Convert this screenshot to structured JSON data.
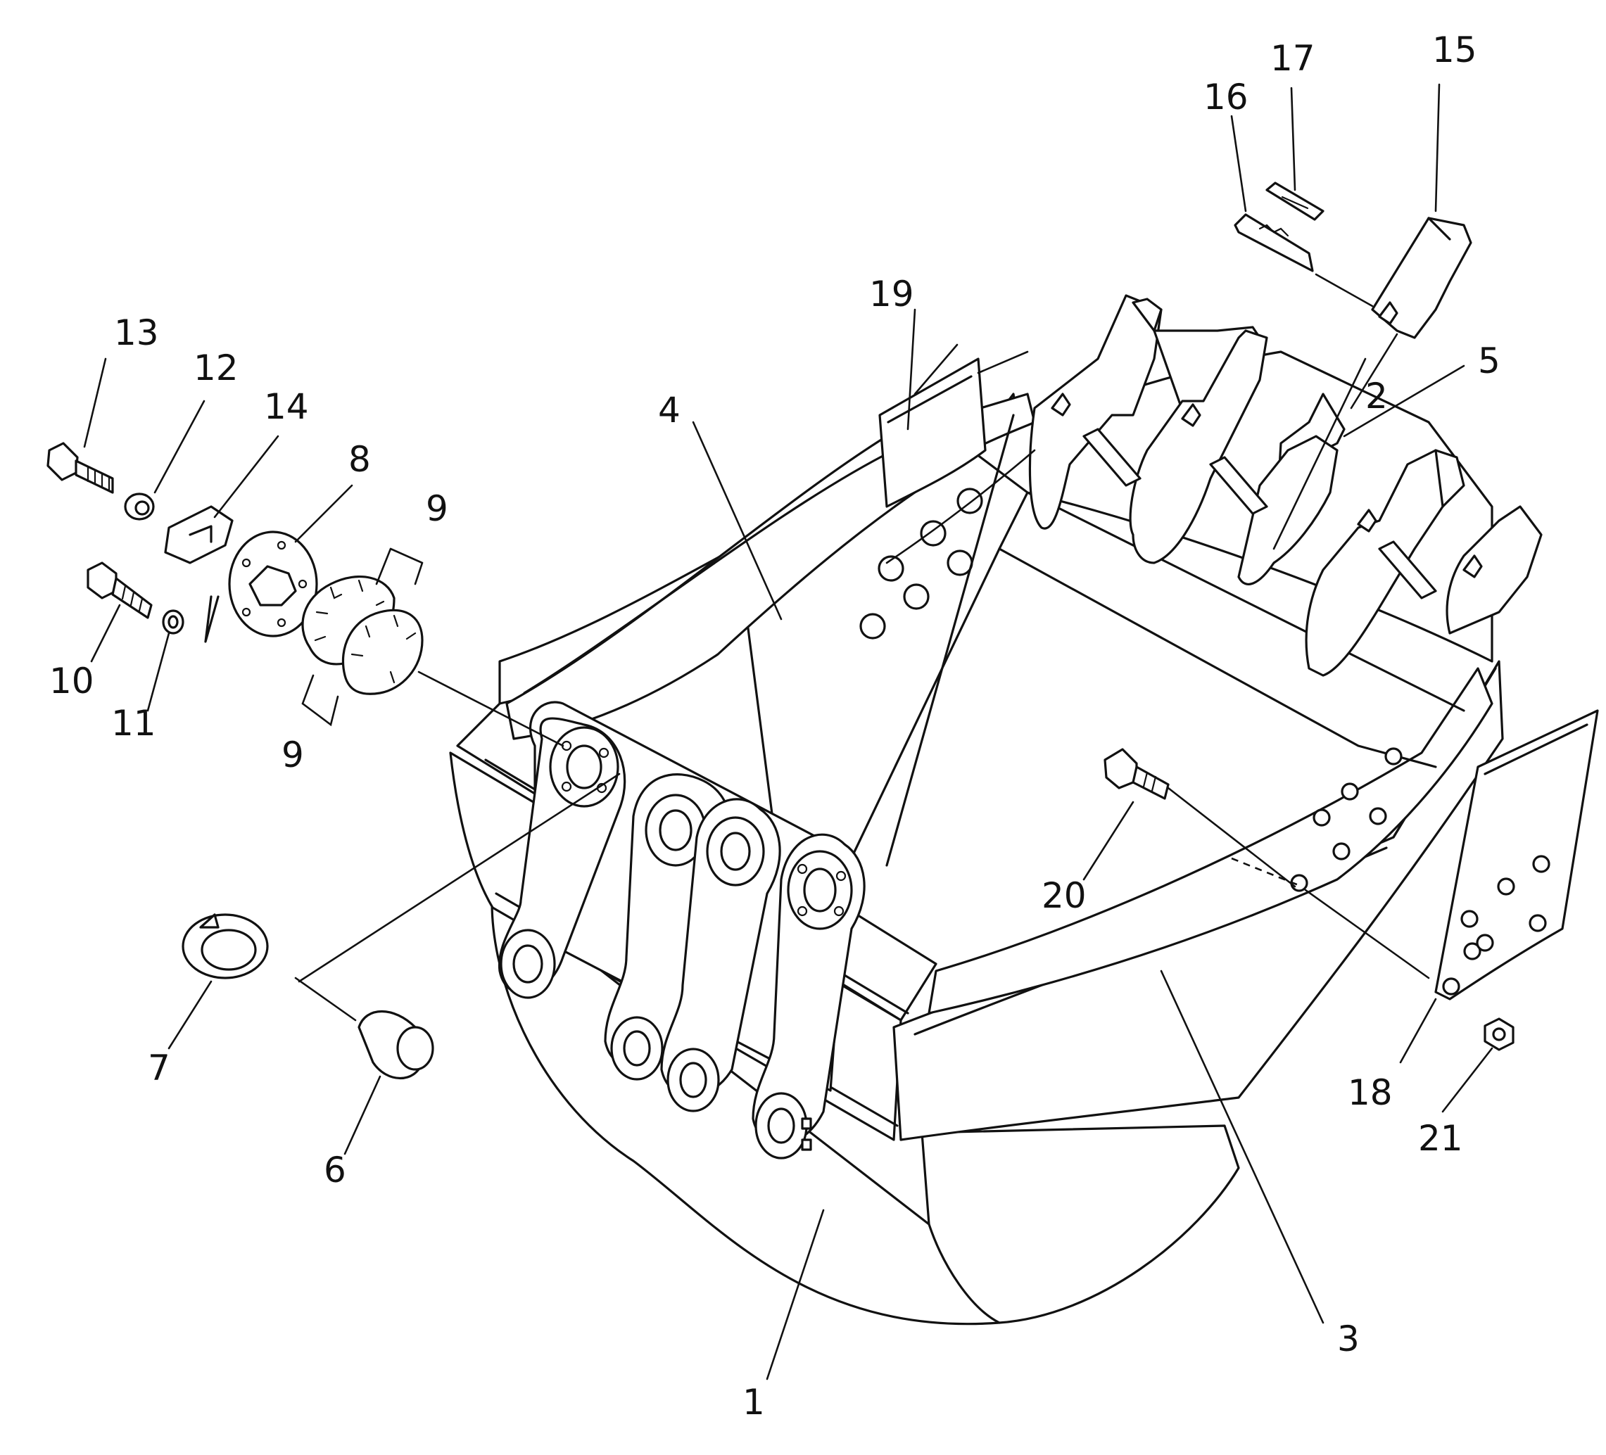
{
  "diagram": {
    "callouts": [
      {
        "id": "c1",
        "label": "1"
      },
      {
        "id": "c2",
        "label": "2"
      },
      {
        "id": "c3",
        "label": "3"
      },
      {
        "id": "c4",
        "label": "4"
      },
      {
        "id": "c5",
        "label": "5"
      },
      {
        "id": "c6",
        "label": "6"
      },
      {
        "id": "c7",
        "label": "7"
      },
      {
        "id": "c8",
        "label": "8"
      },
      {
        "id": "c9a",
        "label": "9"
      },
      {
        "id": "c9b",
        "label": "9"
      },
      {
        "id": "c10",
        "label": "10"
      },
      {
        "id": "c11",
        "label": "11"
      },
      {
        "id": "c12",
        "label": "12"
      },
      {
        "id": "c13",
        "label": "13"
      },
      {
        "id": "c14",
        "label": "14"
      },
      {
        "id": "c15",
        "label": "15"
      },
      {
        "id": "c16",
        "label": "16"
      },
      {
        "id": "c17",
        "label": "17"
      },
      {
        "id": "c18",
        "label": "18"
      },
      {
        "id": "c19",
        "label": "19"
      },
      {
        "id": "c20",
        "label": "20"
      },
      {
        "id": "c21",
        "label": "21"
      }
    ]
  }
}
